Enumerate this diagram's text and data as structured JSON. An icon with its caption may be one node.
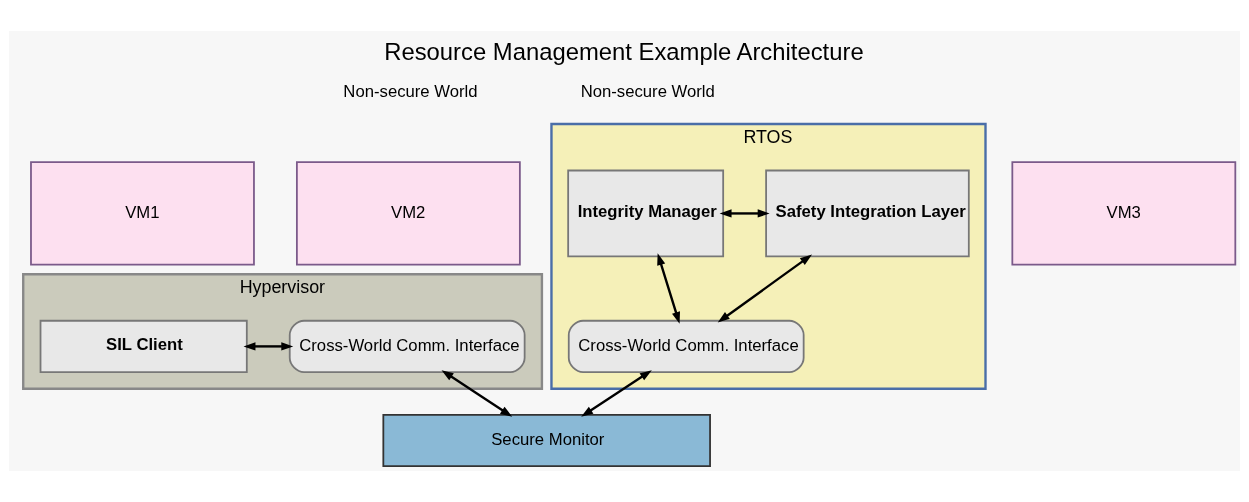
{
  "diagram": {
    "title": "Resource Management Example Architecture",
    "nodes": [
      {
        "text": [
          "VM1"
        ]
      },
      {
        "text": [
          "VM2"
        ]
      },
      {
        "text": [
          "VM3"
        ]
      },
      {
        "text": [
          "Hypervisor"
        ]
      },
      {
        "text": [
          "SIL Client"
        ],
        "in": 3
      },
      {
        "text": [
          "Cross-World Comm. Interface"
        ],
        "in": 3
      },
      {
        "text": [
          "RTOS"
        ]
      },
      {
        "text": [
          "Integrity Manager"
        ],
        "in": 6
      },
      {
        "text": [
          "Safety Integration Layer"
        ],
        "in": 6
      },
      {
        "text": [
          "Cross-World Comm. Interface"
        ],
        "in": 6
      },
      {
        "text": [
          "Secure Monitor"
        ]
      }
    ],
    "edges": [
      {
        "from": 4,
        "to": 5,
        "arrow": "both"
      },
      {
        "from": 7,
        "to": 8,
        "arrow": "both"
      },
      {
        "from": 7,
        "to": 9,
        "arrow": "both"
      },
      {
        "from": 8,
        "to": 9,
        "arrow": "both"
      },
      {
        "from": 5,
        "to": 10,
        "arrow": "both"
      },
      {
        "from": 9,
        "to": 10,
        "arrow": "both"
      }
    ],
    "labels": [
      "Non-secure World",
      "Non-secure World"
    ]
  }
}
